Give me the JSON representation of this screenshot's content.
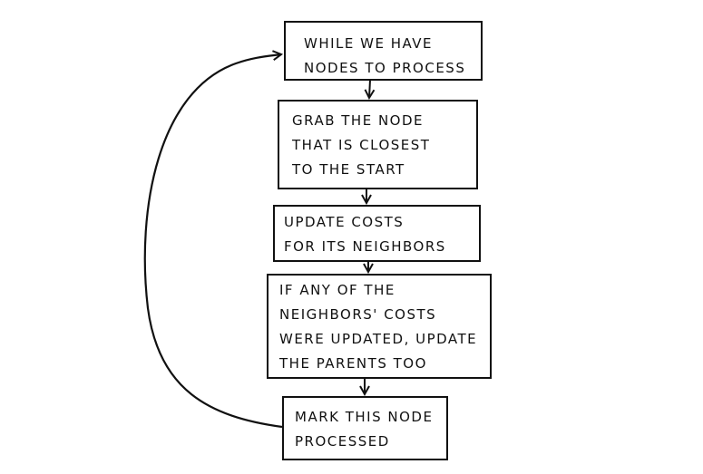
{
  "flowchart": {
    "steps": [
      {
        "lines": [
          "While we have",
          "nodes to process"
        ]
      },
      {
        "lines": [
          "Grab the node",
          "that is closest",
          "to the start"
        ]
      },
      {
        "lines": [
          "Update costs",
          "for its neighbors"
        ]
      },
      {
        "lines": [
          "If any of the",
          "neighbors' costs",
          "were updated, update",
          "the parents too"
        ]
      },
      {
        "lines": [
          "Mark this node",
          "processed"
        ]
      }
    ],
    "loop": {
      "from_step": 5,
      "to_step": 1
    },
    "colors": {
      "ink": "#111111",
      "background": "#ffffff"
    }
  }
}
